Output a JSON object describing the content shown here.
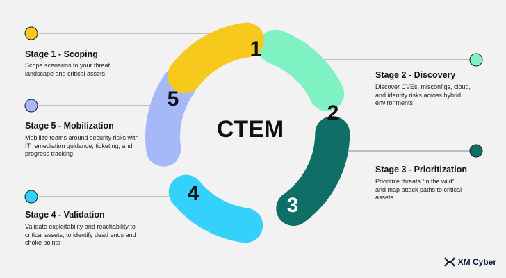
{
  "center_label": "CTEM",
  "stages": [
    {
      "number": "1",
      "title": "Stage 1 - Scoping",
      "description": "Scope scenarios to your threat landscape and critical assets",
      "color": "#f7c91c"
    },
    {
      "number": "2",
      "title": "Stage 2 - Discovery",
      "description": "Discover CVEs, misconfigs, cloud, and identity risks across hybrid environments",
      "color": "#7ff2c4"
    },
    {
      "number": "3",
      "title": "Stage 3 - Prioritization",
      "description": "Prioritize threats “in the wild” and map attack paths to critical assets",
      "color": "#0f6e66"
    },
    {
      "number": "4",
      "title": "Stage 4 - Validation",
      "description": "Validate exploitability and reachability to critical assets, to identify dead ends and choke points",
      "color": "#34d1fa"
    },
    {
      "number": "5",
      "title": "Stage 5 - Mobilization",
      "description": "Mobilize teams around security risks with IT remediation guidance, ticketing, and progress tracking",
      "color": "#a7b8f8"
    }
  ],
  "brand": {
    "name": "XM Cyber",
    "icon": "xm-cyber-logo-icon"
  }
}
